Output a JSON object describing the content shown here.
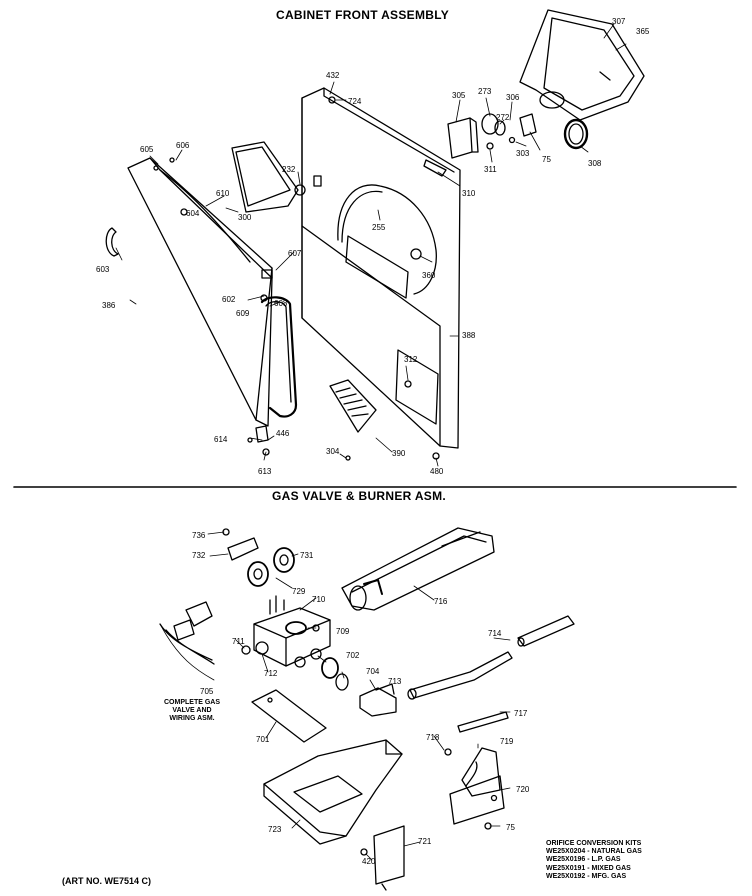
{
  "titles": {
    "cabinet_front": "CABINET FRONT ASSEMBLY",
    "gas_valve": "GAS VALVE & BURNER ASM."
  },
  "cabinet_callouts": [
    {
      "text": "307"
    },
    {
      "text": "365"
    },
    {
      "text": "432"
    },
    {
      "text": "724"
    },
    {
      "text": "305"
    },
    {
      "text": "273"
    },
    {
      "text": "306"
    },
    {
      "text": "272"
    },
    {
      "text": "303"
    },
    {
      "text": "75"
    },
    {
      "text": "308"
    },
    {
      "text": "311"
    },
    {
      "text": "310"
    },
    {
      "text": "605"
    },
    {
      "text": "606"
    },
    {
      "text": "232"
    },
    {
      "text": "610"
    },
    {
      "text": "604"
    },
    {
      "text": "300"
    },
    {
      "text": "255"
    },
    {
      "text": "603"
    },
    {
      "text": "607"
    },
    {
      "text": "360"
    },
    {
      "text": "386"
    },
    {
      "text": "602"
    },
    {
      "text": "609"
    },
    {
      "text": "608"
    },
    {
      "text": "388"
    },
    {
      "text": "312"
    },
    {
      "text": "614"
    },
    {
      "text": "446"
    },
    {
      "text": "613"
    },
    {
      "text": "304"
    },
    {
      "text": "390"
    },
    {
      "text": "480"
    }
  ],
  "gas_callouts": [
    {
      "text": "736"
    },
    {
      "text": "732"
    },
    {
      "text": "731"
    },
    {
      "text": "729"
    },
    {
      "text": "710"
    },
    {
      "text": "716"
    },
    {
      "text": "711"
    },
    {
      "text": "709"
    },
    {
      "text": "714"
    },
    {
      "text": "712"
    },
    {
      "text": "702"
    },
    {
      "text": "704"
    },
    {
      "text": "713"
    },
    {
      "text": "705"
    },
    {
      "text": "701"
    },
    {
      "text": "717"
    },
    {
      "text": "718"
    },
    {
      "text": "719"
    },
    {
      "text": "720"
    },
    {
      "text": "723"
    },
    {
      "text": "75"
    },
    {
      "text": "721"
    },
    {
      "text": "420"
    }
  ],
  "notes": {
    "valve_line1": "COMPLETE GAS",
    "valve_line2": "VALVE AND",
    "valve_line3": "WIRING ASM."
  },
  "orifice_kits": {
    "heading": "ORIFICE CONVERSION KITS",
    "lines": [
      "WE25X0204 - NATURAL GAS",
      "WE25X0196 - L.P. GAS",
      "WE25X0191 - MIXED GAS",
      "WE25X0192 - MFG. GAS"
    ]
  },
  "art_number": "(ART NO. WE7514 C)"
}
